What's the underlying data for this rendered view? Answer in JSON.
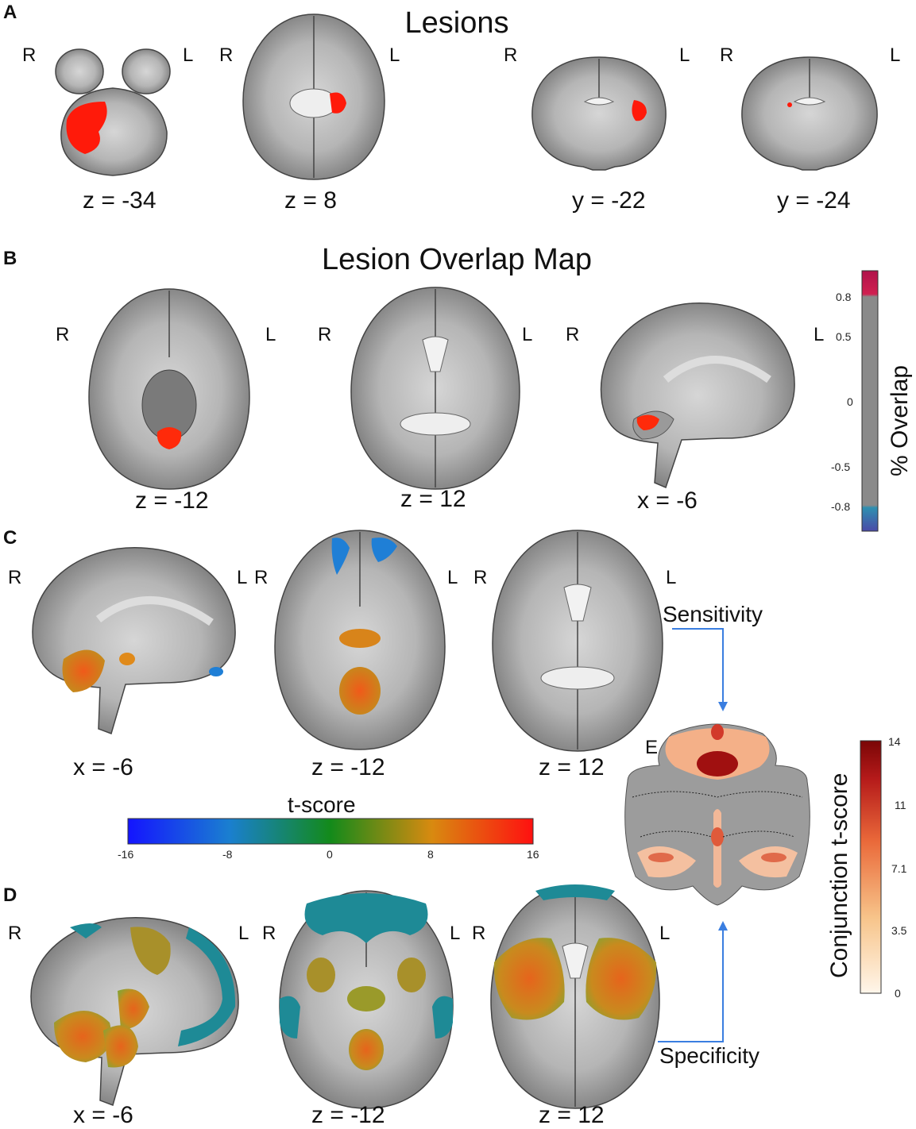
{
  "panels": {
    "a": {
      "letter": "A",
      "title": "Lesions",
      "coords": [
        "z = -34",
        "z = 8",
        "y = -22",
        "y = -24"
      ],
      "orient_r": "R",
      "orient_l": "L"
    },
    "b": {
      "letter": "B",
      "title": "Lesion Overlap Map",
      "coords": [
        "z = -12",
        "z = 12",
        "x = -6"
      ],
      "colorbar": {
        "label": "% Overlap",
        "ticks": [
          "0.8",
          "0.5",
          "0",
          "-0.5",
          "-0.8"
        ]
      }
    },
    "c": {
      "letter": "C",
      "coords": [
        "x = -6",
        "z = -12",
        "z = 12"
      ]
    },
    "d": {
      "letter": "D",
      "coords": [
        "x = -6",
        "z = -12",
        "z = 12"
      ]
    },
    "e": {
      "letter": "E",
      "sensitivity": "Sensitivity",
      "specificity": "Specificity",
      "colorbar": {
        "label": "Conjunction t-score",
        "ticks": [
          "14",
          "11",
          "7.1",
          "3.5",
          "0"
        ]
      }
    },
    "tscore": {
      "label": "t-score",
      "ticks": [
        "-16",
        "-8",
        "0",
        "8",
        "16"
      ]
    }
  },
  "colors": {
    "lesion": "#ff1a0a",
    "positive": "#e6741a",
    "negative": "#1f7fd6",
    "teal": "#1e8a96",
    "brain_gray": "#9a9a9a"
  }
}
